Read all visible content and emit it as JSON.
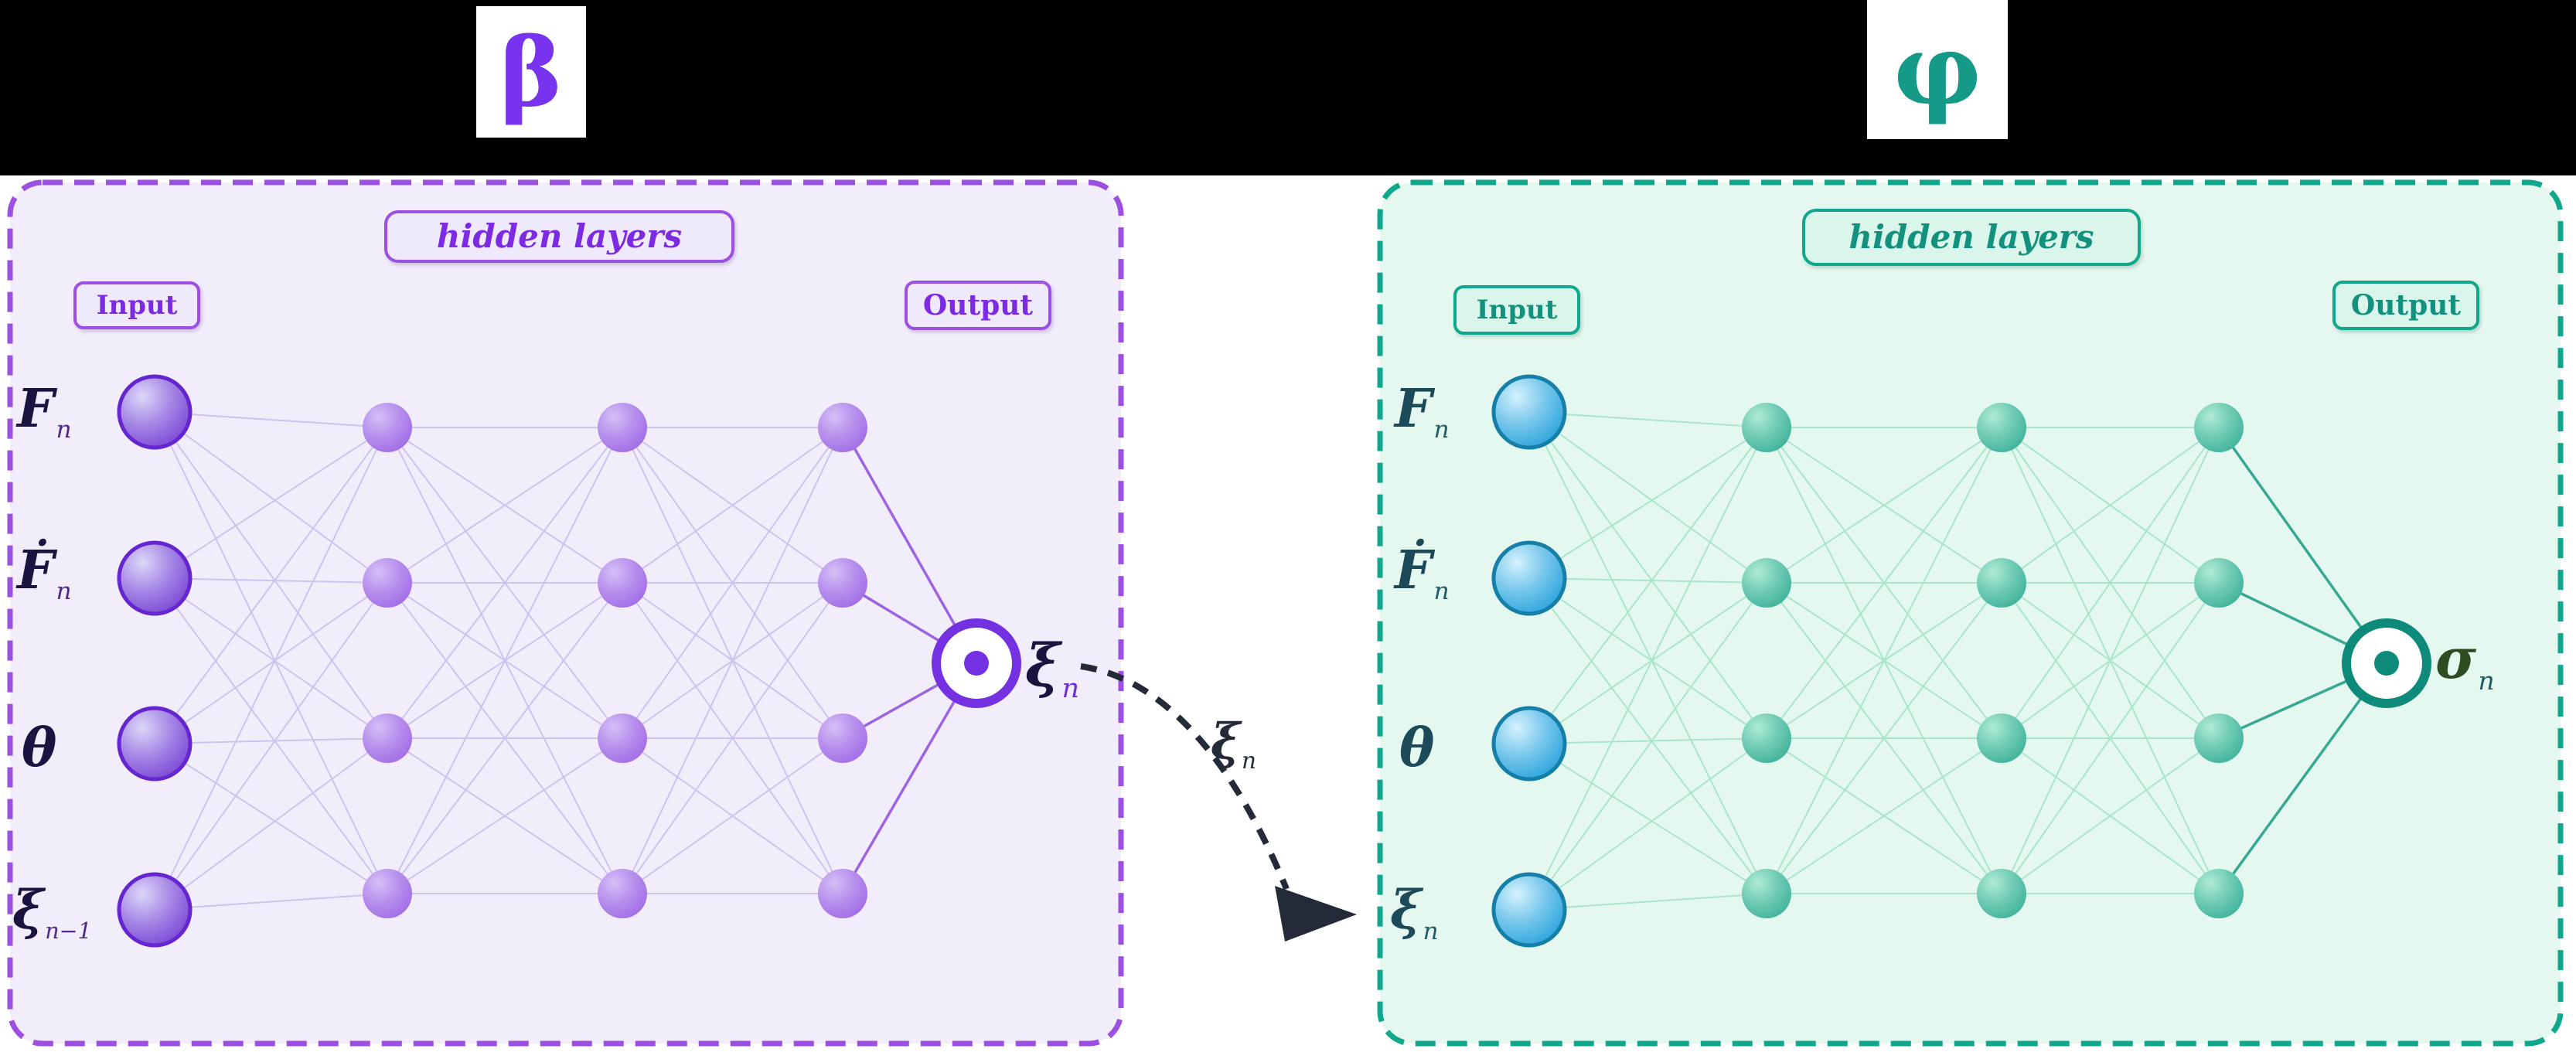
{
  "header": {
    "beta_symbol": "β",
    "phi_symbol": "φ"
  },
  "beta_network": {
    "hidden_layers_label": "hidden layers",
    "input_label": "Input",
    "output_label": "Output",
    "inputs": [
      {
        "sym": "F",
        "sub": "n"
      },
      {
        "sym": "Ḟ",
        "sub": "n"
      },
      {
        "sym": "θ",
        "sub": ""
      },
      {
        "sym": "ξ",
        "sub": "n−1"
      }
    ],
    "output": {
      "sym": "ξ",
      "sub": "n"
    },
    "layer_sizes": [
      4,
      4,
      4,
      4,
      1
    ]
  },
  "phi_network": {
    "hidden_layers_label": "hidden layers",
    "input_label": "Input",
    "output_label": "Output",
    "inputs": [
      {
        "sym": "F",
        "sub": "n"
      },
      {
        "sym": "Ḟ",
        "sub": "n"
      },
      {
        "sym": "θ",
        "sub": ""
      },
      {
        "sym": "ξ",
        "sub": "n"
      }
    ],
    "output": {
      "sym": "σ",
      "sub": "n"
    },
    "layer_sizes": [
      4,
      4,
      4,
      4,
      1
    ]
  },
  "transfer_arrow": {
    "label_sym": "ξ",
    "label_sub": "n"
  },
  "colors": {
    "top_bar": "#000000",
    "arrow": "#242a38",
    "beta": {
      "symbol": "#7733ee",
      "panel_bg": "#f2edfb",
      "panel_border": "#9b50e2",
      "box_bg": "#efe9fc",
      "box_text": "#7d2be2",
      "link": "#cbc4f0",
      "link_strong": "#9c64e0",
      "input_node_border": "#6526cf",
      "input_node_light": "#dcd7f8",
      "input_node_dark": "#7a47d6",
      "hidden_node_light": "#d5bff5",
      "hidden_node_dark": "#a16ce6",
      "ring": "#7431e2",
      "label_main": "#1c1340",
      "label_sub": "#4e2a8e",
      "out_main": "#1c1340",
      "out_sub": "#6d2ae0"
    },
    "phi": {
      "symbol": "#169a88",
      "panel_bg": "#e5f8ef",
      "panel_border": "#10a78c",
      "box_bg": "#daf6ea",
      "box_text": "#12917e",
      "link": "#a9e6c9",
      "link_strong": "#36a893",
      "input_node_border": "#157fa8",
      "input_node_light": "#d5f2fd",
      "input_node_dark": "#2aa3dc",
      "hidden_node_light": "#b0ebd6",
      "hidden_node_dark": "#3fb29a",
      "ring": "#0e8a7a",
      "label_main": "#1c4a58",
      "label_sub": "#1d5e68",
      "out_main": "#2e4c22",
      "out_sub": "#1d5e68"
    }
  }
}
